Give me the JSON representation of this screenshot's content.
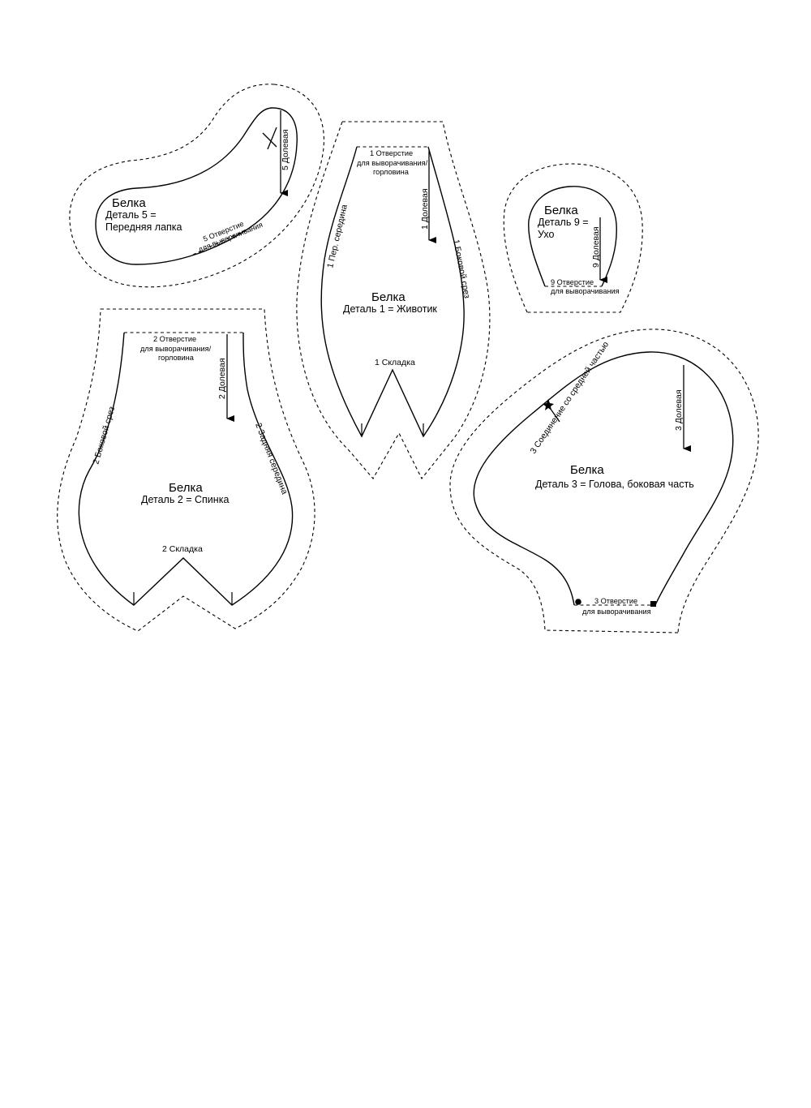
{
  "pieces": {
    "paw": {
      "title": "Белка",
      "line1": "Деталь 5 =",
      "line2": "Передняя лапка",
      "grain": "5 Долевая",
      "opening1": "5 Отверстие",
      "opening2": "для выворачивания"
    },
    "belly": {
      "title": "Белка",
      "subtitle": "Деталь 1 = Животик",
      "opening1": "1 Отверстие",
      "opening2": "для выворачивания/",
      "opening3": "горловина",
      "grain": "1 Долевая",
      "front_middle": "1 Пер. середина",
      "side_cut": "1 Боковой срез",
      "fold": "1 Складка"
    },
    "ear": {
      "title": "Белка",
      "line1": "Деталь 9 =",
      "line2": "Ухо",
      "grain": "9 Долевая",
      "opening1": "9 Отверстие",
      "opening2": "для выворачивания"
    },
    "back": {
      "title": "Белка",
      "subtitle": "Деталь 2 = Спинка",
      "opening1": "2 Отверстие",
      "opening2": "для выворачивания/",
      "opening3": "горловина",
      "grain": "2 Долевая",
      "side_cut": "2 Боковой срез",
      "back_middle": "2 Задняя середина",
      "fold": "2 Складка"
    },
    "head": {
      "title": "Белка",
      "subtitle": "Деталь 3 = Голова, боковая часть",
      "join": "3 Соединение со средней частью",
      "grain": "3 Долевая",
      "opening1": "3 Отверстие",
      "opening2": "для выворачивания"
    }
  }
}
